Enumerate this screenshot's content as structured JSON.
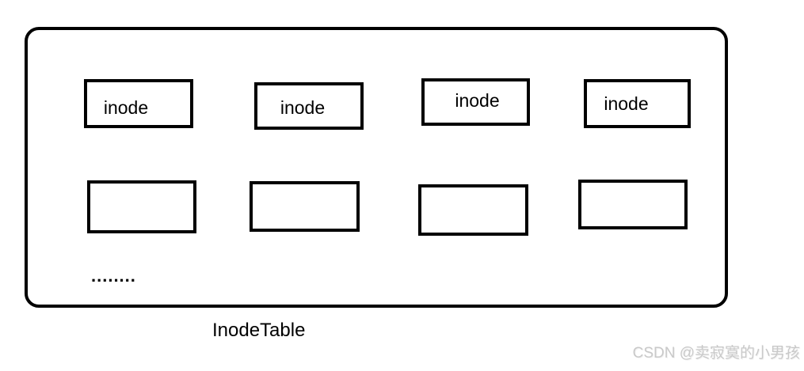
{
  "diagram": {
    "caption": "InodeTable",
    "ellipsis": "........",
    "inode_boxes": [
      {
        "label": "inode"
      },
      {
        "label": "inode"
      },
      {
        "label": "inode"
      },
      {
        "label": "inode"
      }
    ],
    "empty_boxes": [
      {
        "label": ""
      },
      {
        "label": ""
      },
      {
        "label": ""
      },
      {
        "label": ""
      }
    ],
    "colors": {
      "stroke": "#000000",
      "background": "#ffffff",
      "watermark_text": "#c9c9c9"
    }
  },
  "watermark": {
    "text": "CSDN @卖寂寞的小男孩"
  }
}
